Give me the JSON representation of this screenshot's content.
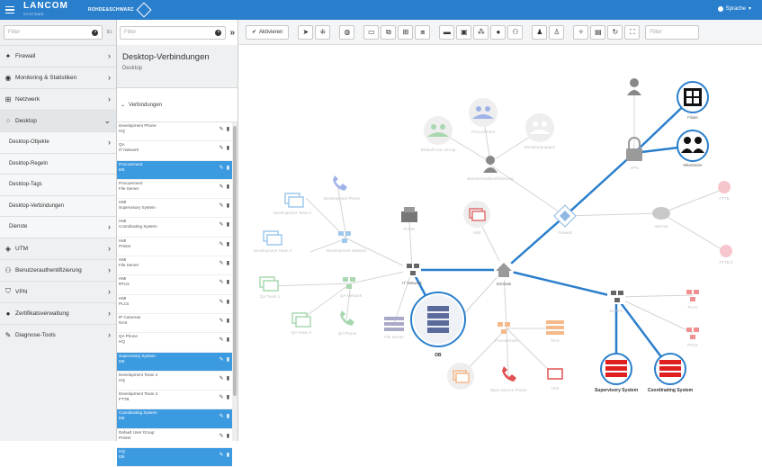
{
  "header": {
    "logo": "LANCOM",
    "logo_sub": "SYSTEMS",
    "partner": "ROHDE&SCHWARZ",
    "language": "Sprache"
  },
  "sidebar": {
    "filter_placeholder": "Filter",
    "sort_label": "≡↕",
    "items": [
      {
        "label": "Firewall",
        "icon": "fire-icon"
      },
      {
        "label": "Monitoring & Statistiken",
        "icon": "eye-icon"
      },
      {
        "label": "Netzwerk",
        "icon": "network-icon"
      },
      {
        "label": "Desktop",
        "icon": "desktop-icon"
      },
      {
        "label": "UTM",
        "icon": "shield-icon"
      },
      {
        "label": "Benutzerauthentifizierung",
        "icon": "users-icon"
      },
      {
        "label": "VPN",
        "icon": "vpn-icon"
      },
      {
        "label": "Zertifikatsverwaltung",
        "icon": "certificate-icon"
      },
      {
        "label": "Diagnose-Tools",
        "icon": "wrench-icon"
      }
    ],
    "desktop_subitems": [
      "Desktop-Objekte",
      "Desktop-Regeln",
      "Desktop-Tags",
      "Desktop-Verbindungen",
      "Dienste"
    ]
  },
  "listpanel": {
    "filter_placeholder": "Filter",
    "title": "Desktop-Verbindungen",
    "subtitle": "Desktop",
    "section": "Verbindungen",
    "rows": [
      {
        "lines": [
          "Development Phone",
          "HQ"
        ],
        "selected": false
      },
      {
        "lines": [
          "QA",
          "IT Network"
        ],
        "selected": false
      },
      {
        "lines": [
          "Procurement",
          "DB"
        ],
        "selected": true
      },
      {
        "lines": [
          "Procurement",
          "File Server"
        ],
        "selected": false
      },
      {
        "lines": [
          "HMI",
          "Supervisory System"
        ],
        "selected": false
      },
      {
        "lines": [
          "HMI",
          "Coordinating System"
        ],
        "selected": false
      },
      {
        "lines": [
          "HMI",
          "Printer"
        ],
        "selected": false
      },
      {
        "lines": [
          "HMI",
          "File Server"
        ],
        "selected": false
      },
      {
        "lines": [
          "HMI",
          "RTUs"
        ],
        "selected": false
      },
      {
        "lines": [
          "HMI",
          "PLCs"
        ],
        "selected": false
      },
      {
        "lines": [
          "IP Cameras",
          "NAS"
        ],
        "selected": false
      },
      {
        "lines": [
          "QA Phone",
          "HQ"
        ],
        "selected": false
      },
      {
        "lines": [
          "Supervisory System",
          "DB"
        ],
        "selected": true
      },
      {
        "lines": [
          "Development Team 2",
          "HQ"
        ],
        "selected": false
      },
      {
        "lines": [
          "Development Team 2",
          "FTTB"
        ],
        "selected": false
      },
      {
        "lines": [
          "Coordinating System",
          "DB"
        ],
        "selected": true
      },
      {
        "lines": [
          "Default User Group",
          "Printer"
        ],
        "selected": false
      },
      {
        "lines": [
          "HQ",
          "DB"
        ],
        "selected": true
      }
    ]
  },
  "toolbar": {
    "activate_label": "Aktivieren",
    "filter_placeholder": "Filter"
  },
  "graph": {
    "labels": {
      "dev_team1": "Development Team 1",
      "dev_team2": "Development Team 2",
      "dev_phone": "Development Phone",
      "dev_network": "Development Network",
      "printer": "Printer",
      "it_network": "IT Network",
      "qa_team1": "QA Team 1",
      "qa_team2": "QA Team 2",
      "qa_network": "QA Network",
      "qa_phone": "QA Phone",
      "file_server": "File Server",
      "db": "DB",
      "default_group": "Default User Group",
      "procurement_group": "Procurement",
      "user_auth": "Benutzerauthentifizierung",
      "user_groups": "Benutzergruppen",
      "hq": "Zentrale",
      "internet": "Internet",
      "firewall": "Firewall",
      "vpn": "VPN",
      "procurement": "Procurement",
      "nas": "NAS",
      "open_source_phone": "Open Source Phone",
      "hmi": "HMI",
      "scada": "SCADA",
      "supervisory": "Supervisory System",
      "coordinating": "Coordinating System",
      "plcs": "PLCs",
      "rtus": "RTUs",
      "fttb": "FTTB",
      "fttb2": "FTTB 2",
      "employees": "Mitarbeiter",
      "branch": "Filiale"
    }
  }
}
